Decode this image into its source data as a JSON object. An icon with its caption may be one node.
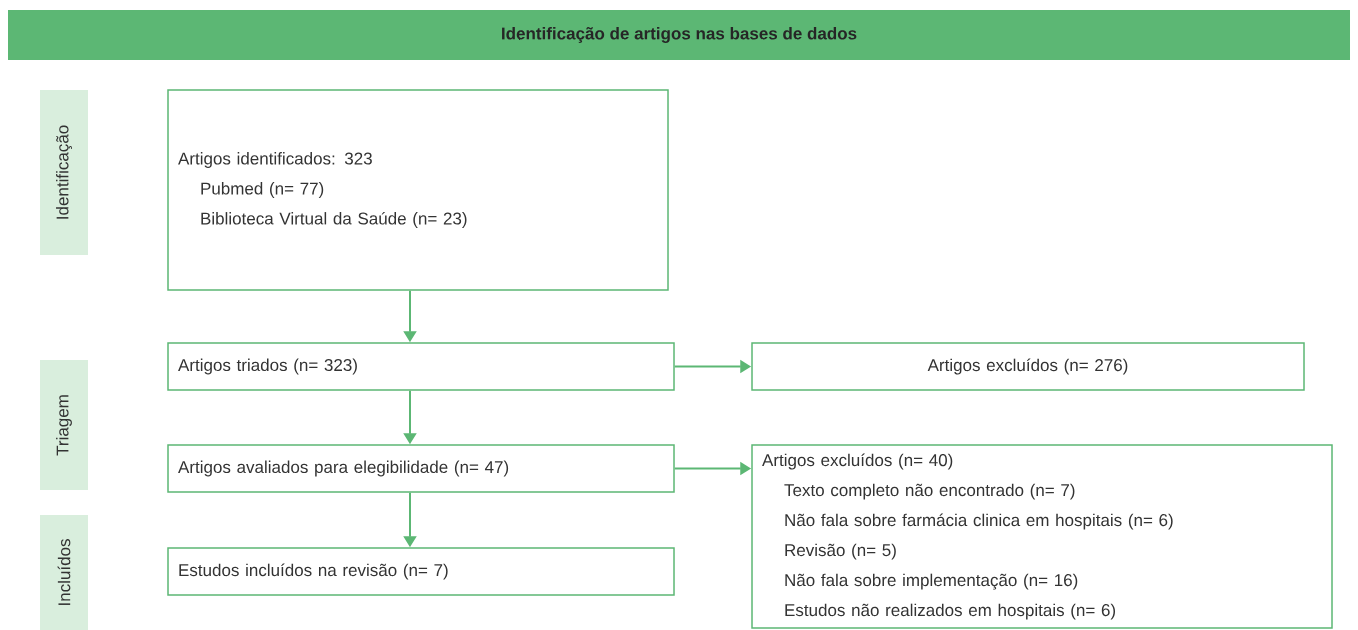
{
  "diagram": {
    "nodes": [
      {
        "text": [
          "Identificação de artigos nas bases de dados"
        ]
      },
      {
        "text": [
          "Identificação"
        ]
      },
      {
        "text": [
          "Artigos identificados: 323",
          "Pubmed (n= 77)",
          "Biblioteca Virtual da Saúde (n= 23)"
        ]
      },
      {
        "text": [
          "Triagem"
        ]
      },
      {
        "text": [
          "Artigos triados (n= 323)"
        ]
      },
      {
        "text": [
          "Artigos excluídos (n= 276)"
        ]
      },
      {
        "text": [
          "Artigos avaliados para elegibilidade (n= 47)"
        ]
      },
      {
        "text": [
          "Artigos excluídos (n= 40)",
          "Texto completo não encontrado (n= 7)",
          "Não fala sobre farmácia clinica em hospitais (n= 6)",
          "Revisão (n= 5)",
          "Não fala sobre implementação (n= 16)",
          "Estudos não realizados em hospitais  (n= 6)"
        ]
      },
      {
        "text": [
          "Incluídos"
        ]
      },
      {
        "text": [
          "Estudos incluídos na revisão (n= 7)"
        ]
      }
    ],
    "edges": [
      {
        "from": 2,
        "to": 4,
        "arrow": "to"
      },
      {
        "from": 4,
        "to": 6,
        "arrow": "to"
      },
      {
        "from": 6,
        "to": 9,
        "arrow": "to"
      },
      {
        "from": 4,
        "to": 5,
        "arrow": "to"
      },
      {
        "from": 6,
        "to": 7,
        "arrow": "to"
      }
    ]
  }
}
